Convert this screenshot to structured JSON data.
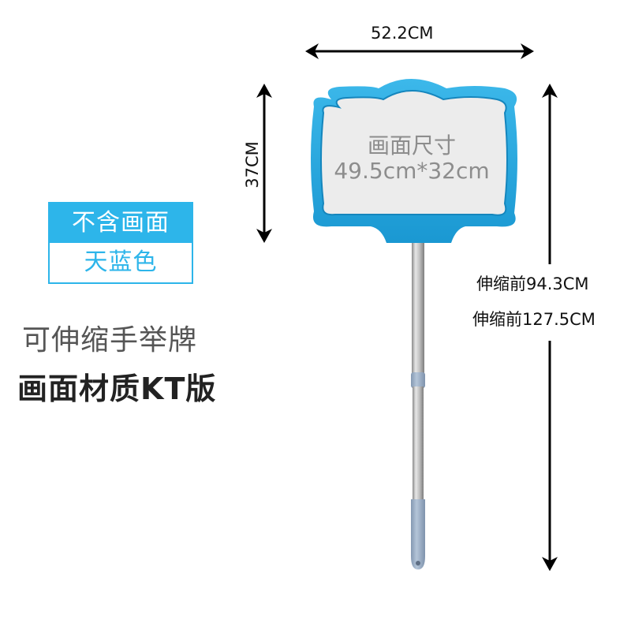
{
  "badge": {
    "top_label": "不含画面",
    "bottom_label": "天蓝色"
  },
  "product": {
    "title": "可伸缩手举牌",
    "material": "画面材质KT版"
  },
  "sign": {
    "line1": "画面尺寸",
    "line2": "49.5cm*32cm"
  },
  "dimensions": {
    "width": "52.2CM",
    "height": "37CM",
    "length_retracted": "伸缩前94.3CM",
    "length_extended": "伸缩前127.5CM"
  },
  "colors": {
    "accent": "#2db5ea",
    "frame": "#1e9fd6",
    "board": "#ececec",
    "pole": "#b8b8b8",
    "grip": "#9fb2c8"
  }
}
